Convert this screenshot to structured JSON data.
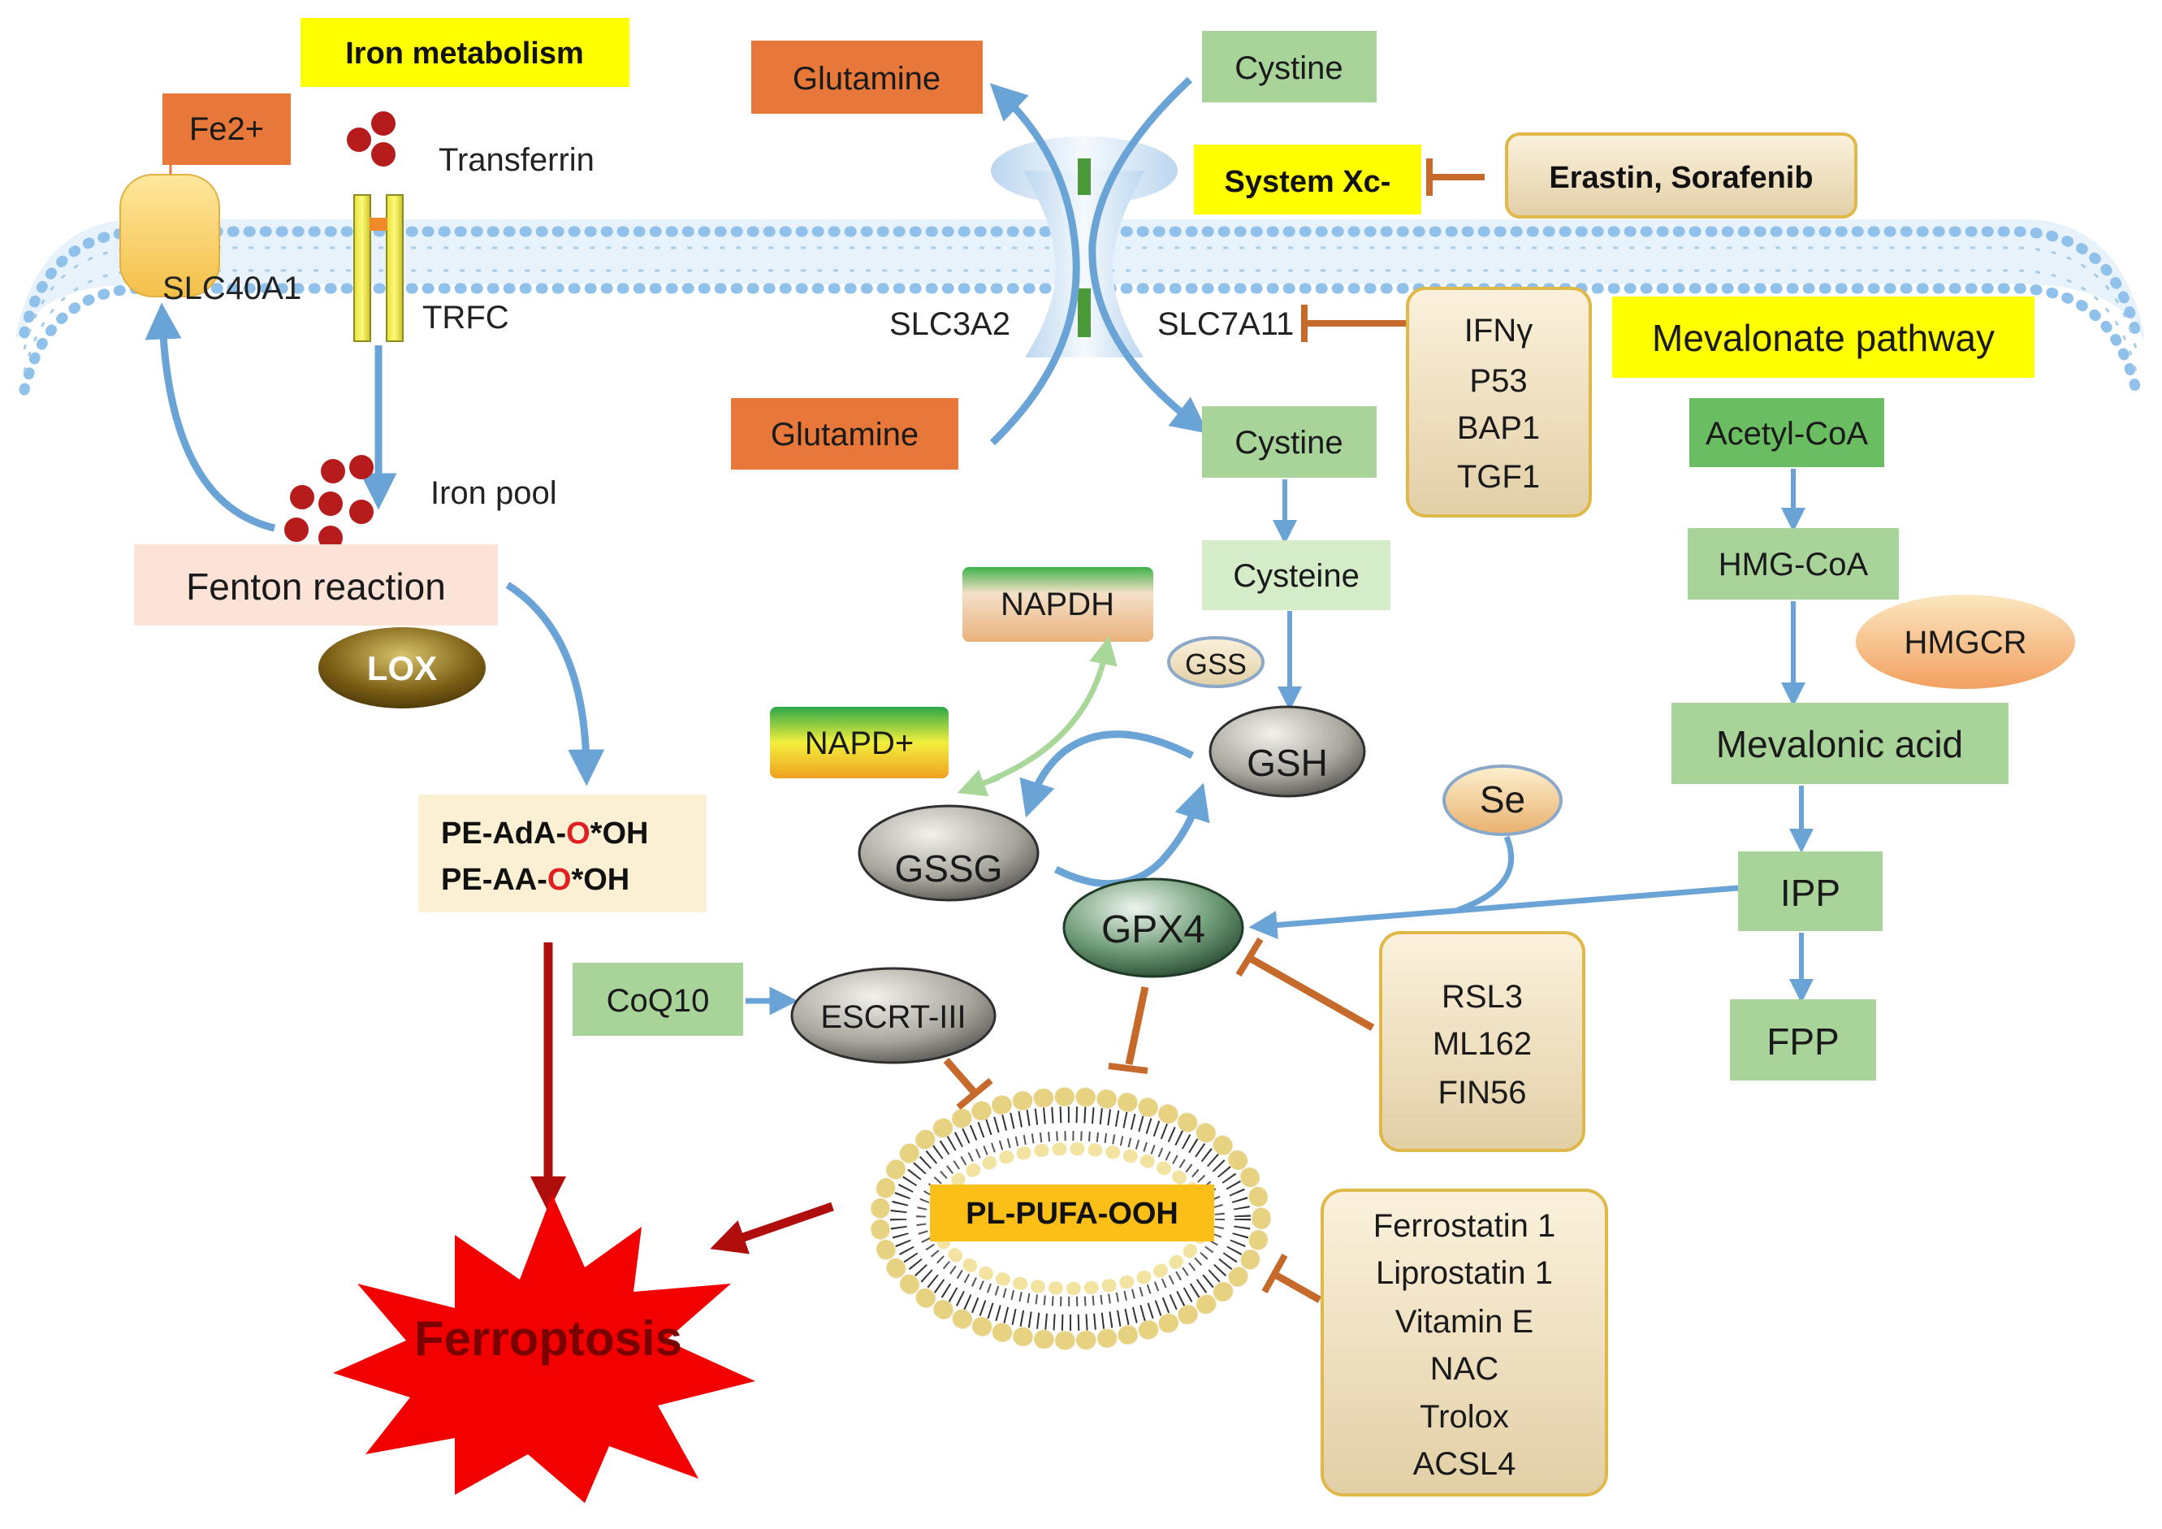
{
  "iron": {
    "title": "Iron metabolism",
    "fe": "Fe2+",
    "transferrin": "Transferrin",
    "slc40a1": "SLC40A1",
    "trfc": "TRFC",
    "iron_pool": "Iron pool",
    "fenton": "Fenton  reaction",
    "lox": "LOX",
    "pe_adA_prefix": "PE-AdA-",
    "pe_adA_o": "O",
    "pe_adA_suffix": "*OH",
    "pe_aa_prefix": "PE-AA-",
    "pe_aa_o": "O",
    "pe_aa_suffix": "*OH"
  },
  "system_xc": {
    "glutamine_out": "Glutamine",
    "glutamine_in": "Glutamine",
    "cystine_out": "Cystine",
    "label": "System Xc-",
    "erastin": "Erastin, Sorafenib",
    "slc3a2": "SLC3A2",
    "slc7a11": "SLC7A11",
    "regulators": [
      "IFNγ",
      "P53",
      "BAP1",
      "TGF1"
    ]
  },
  "glutathione": {
    "cystine_in": "Cystine",
    "cysteine": "Cysteine",
    "gss": "GSS",
    "gsh": "GSH",
    "gssg": "GSSG",
    "napdh": "NAPDH",
    "napd_plus": "NAPD+",
    "se": "Se",
    "gpx4": "GPX4",
    "gpx4_inhibitors": [
      "RSL3",
      "ML162",
      "FIN56"
    ]
  },
  "lipid": {
    "coq10": "CoQ10",
    "escrt": "ESCRT-III",
    "pl_pufa": "PL-PUFA-OOH",
    "inhibitors": [
      "Ferrostatin 1",
      "Liprostatin 1",
      "Vitamin E",
      "NAC",
      "Trolox",
      "ACSL4"
    ],
    "ferroptosis": "Ferroptosis"
  },
  "mevalonate": {
    "title": "Mevalonate pathway",
    "acetyl": "Acetyl-CoA",
    "hmg": "HMG-CoA",
    "hmgcr": "HMGCR",
    "mevalonic": "Mevalonic acid",
    "ipp": "IPP",
    "fpp": "FPP"
  },
  "colors": {
    "blue_arrow": "#6aa3d5",
    "inhibit": "#c56a2a",
    "green_box": "#a8d49a",
    "orange_box": "#e8783a",
    "yellow": "#ffff00",
    "dark_red": "#b00d0d"
  }
}
